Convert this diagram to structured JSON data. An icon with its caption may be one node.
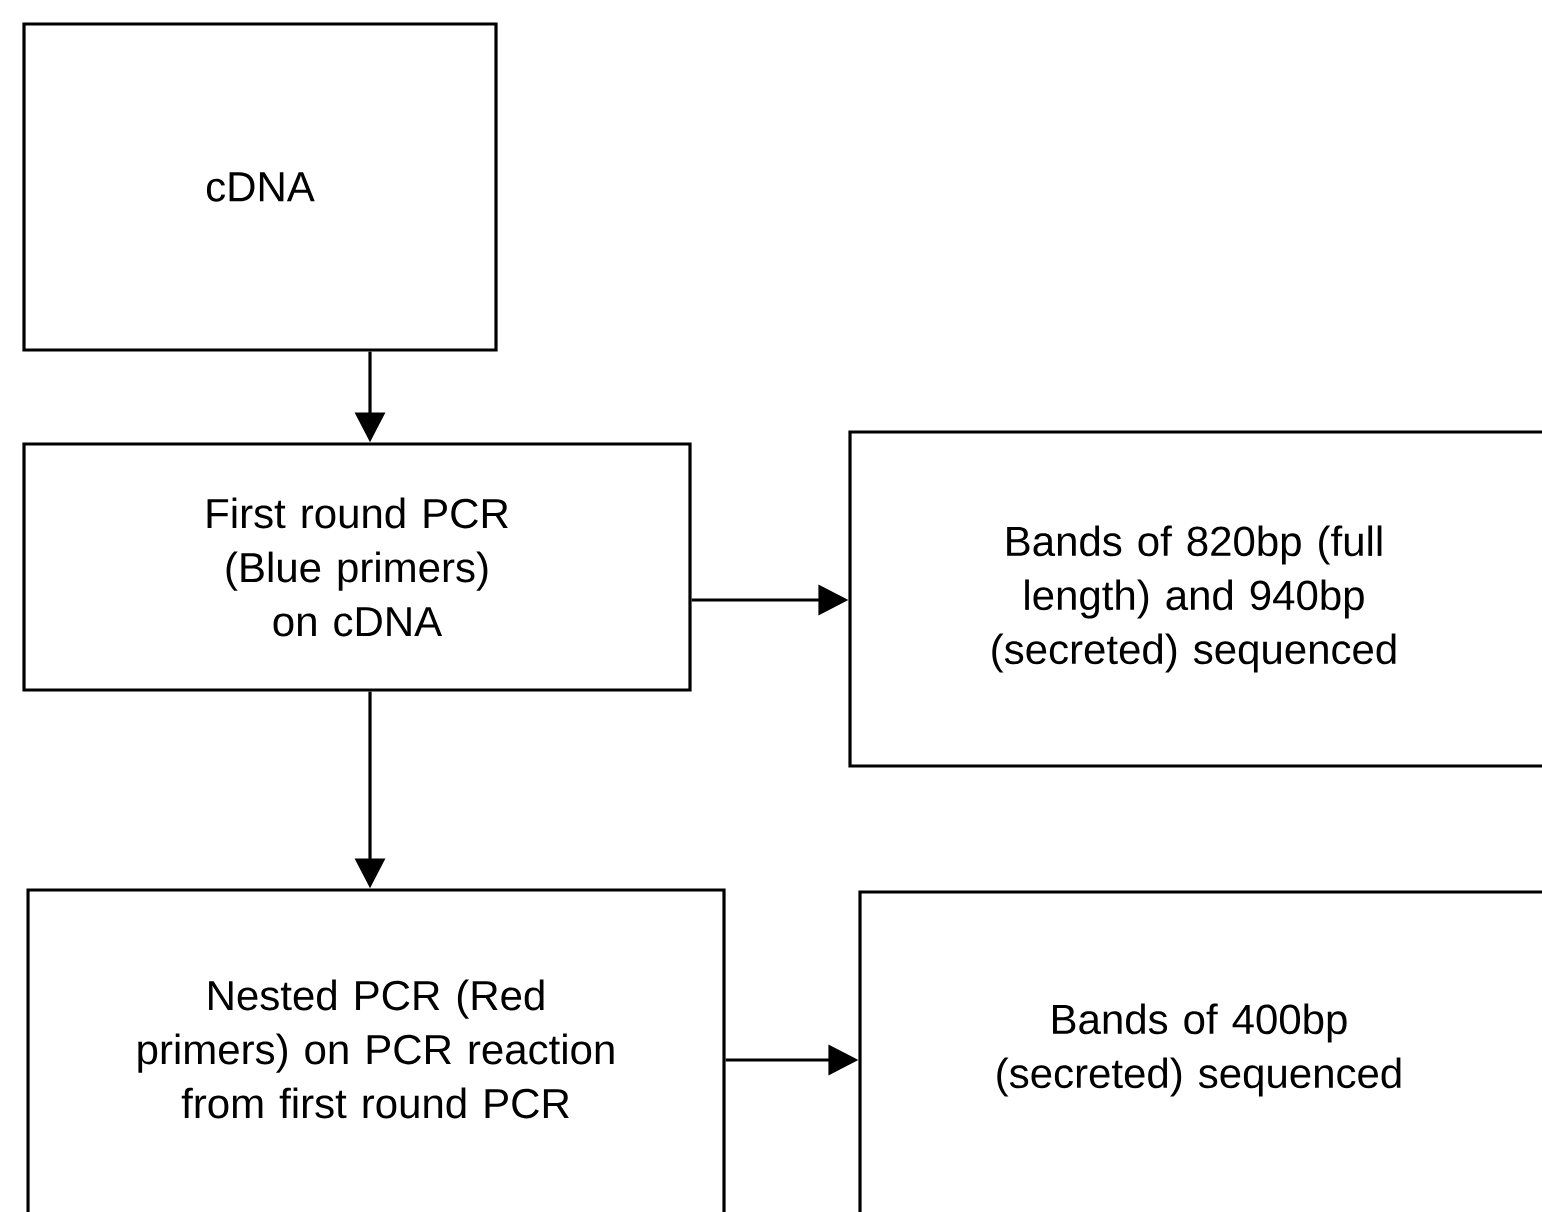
{
  "diagram": {
    "nodes": [
      {
        "text": [
          "cDNA"
        ]
      },
      {
        "text": [
          "First round PCR (Blue primers) on cDNA"
        ]
      },
      {
        "text": [
          "Bands of 820bp (full length) and 940bp (secreted) sequenced"
        ]
      },
      {
        "text": [
          "Nested PCR (Red primers) on PCR reaction from first round PCR"
        ]
      },
      {
        "text": [
          "Bands of 400bp (secreted) sequenced"
        ]
      }
    ],
    "edges": [
      {
        "from": 0,
        "to": 1,
        "arrow": "to"
      },
      {
        "from": 1,
        "to": 2,
        "arrow": "to"
      },
      {
        "from": 1,
        "to": 3,
        "arrow": "to"
      },
      {
        "from": 3,
        "to": 4,
        "arrow": "to"
      }
    ]
  }
}
